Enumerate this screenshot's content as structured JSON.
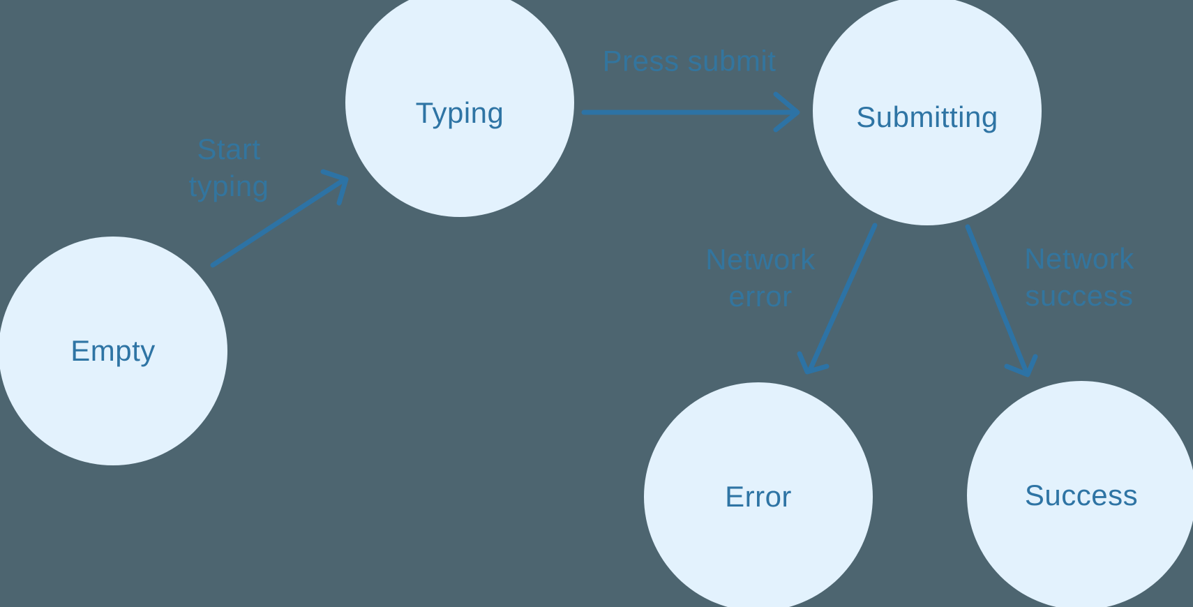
{
  "colors": {
    "background": "#4D6570",
    "node_fill": "#E3F2FD",
    "node_text": "#2E74A4",
    "arrow": "#2D73A5",
    "edge_label": "#33759E"
  },
  "states": [
    {
      "id": "empty",
      "label": "Empty"
    },
    {
      "id": "typing",
      "label": "Typing"
    },
    {
      "id": "submitting",
      "label": "Submitting"
    },
    {
      "id": "error",
      "label": "Error"
    },
    {
      "id": "success",
      "label": "Success"
    }
  ],
  "transitions": [
    {
      "id": "start-typing",
      "from": "Empty",
      "to": "Typing",
      "label_lines": [
        "Start",
        "typing"
      ]
    },
    {
      "id": "press-submit",
      "from": "Typing",
      "to": "Submitting",
      "label_lines": [
        "Press submit"
      ]
    },
    {
      "id": "network-error",
      "from": "Submitting",
      "to": "Error",
      "label_lines": [
        "Network",
        "error"
      ]
    },
    {
      "id": "network-success",
      "from": "Submitting",
      "to": "Success",
      "label_lines": [
        "Network",
        "success"
      ]
    }
  ]
}
